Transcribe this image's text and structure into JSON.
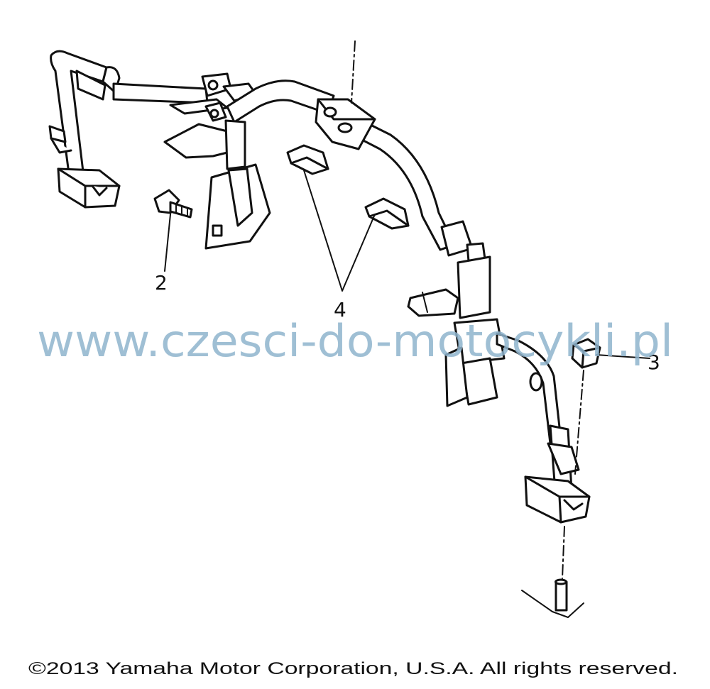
{
  "diagram": {
    "callouts": [
      {
        "id": "2",
        "label": "2"
      },
      {
        "id": "3",
        "label": "3"
      },
      {
        "id": "4",
        "label": "4"
      }
    ],
    "watermark": "www.czesci-do-motocykli.pl",
    "copyright": "©2013 Yamaha Motor Corporation, U.S.A. All rights reserved.",
    "colors": {
      "line": "#111111",
      "fill": "#ffffff",
      "watermark": "#8fb4cd"
    }
  }
}
